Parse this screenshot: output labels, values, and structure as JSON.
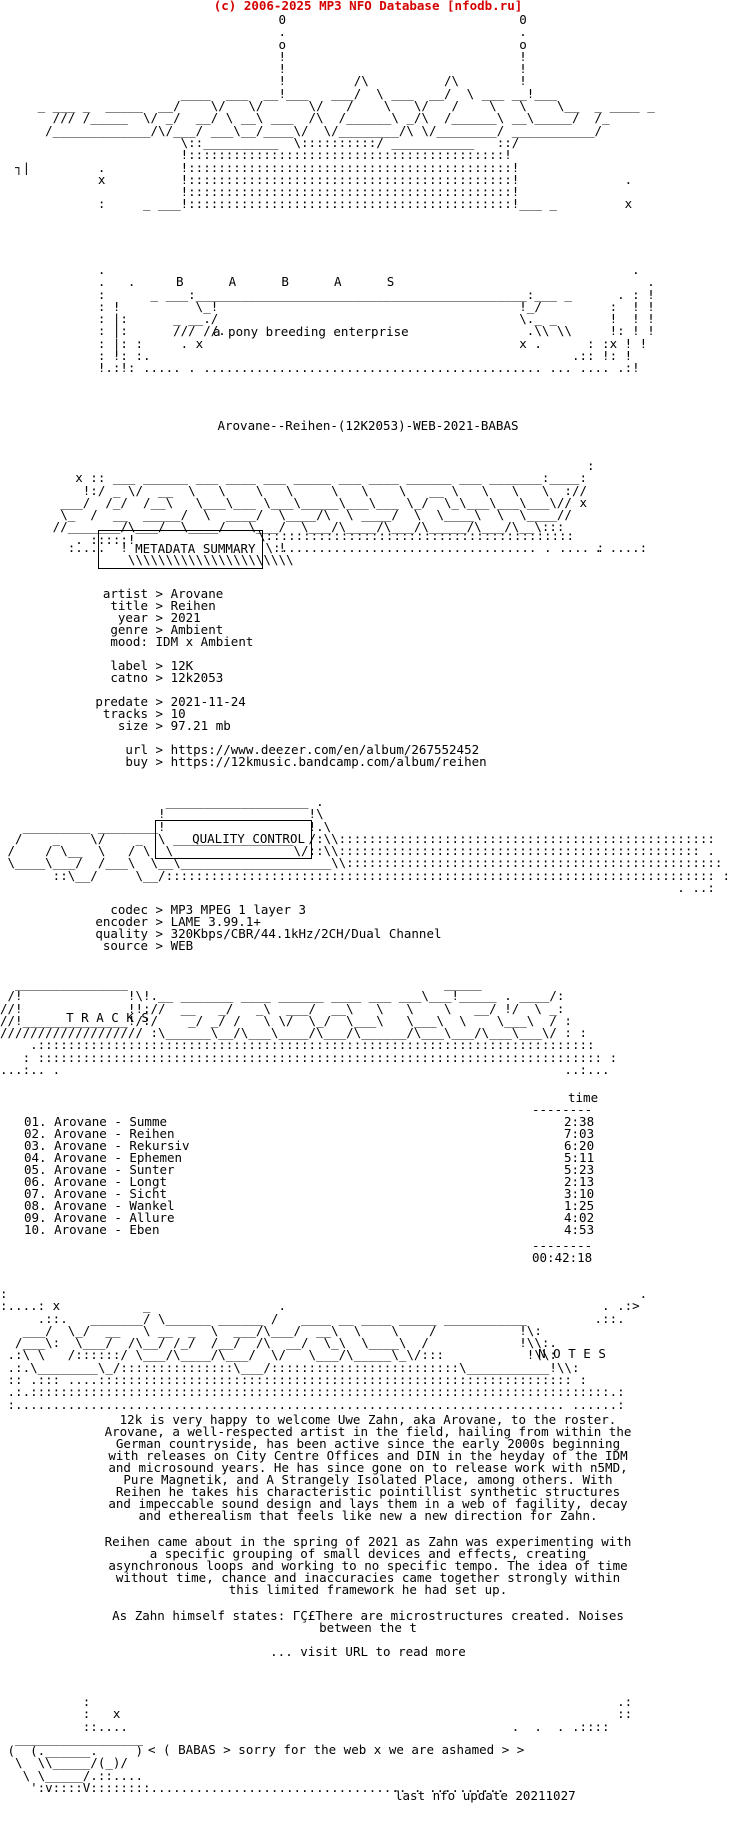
{
  "banner": "(c) 2006-2025 MP3 NFO Database [nfodb.ru]",
  "group_letters": "B      A      B      A      S",
  "tagline": "a pony breeding enterprise",
  "release_name": "Arovane--Reihen-(12K2053)-WEB-2021-BABAS",
  "sections": {
    "metadata": "METADATA SUMMARY",
    "quality": "QUALITY CONTROL",
    "tracks": "T R A C K S",
    "notes": "N O T E S"
  },
  "metadata": [
    {
      "key": "artist",
      "value": "Arovane"
    },
    {
      "key": "title",
      "value": "Reihen"
    },
    {
      "key": "year",
      "value": "2021"
    },
    {
      "key": "genre",
      "value": "Ambient"
    },
    {
      "key": "mood:",
      "value": "IDM x Ambient"
    },
    {
      "key": "label",
      "value": "12K"
    },
    {
      "key": "catno",
      "value": "12k2053"
    },
    {
      "key": "predate",
      "value": "2021-11-24"
    },
    {
      "key": "tracks",
      "value": "10"
    },
    {
      "key": "size",
      "value": "97.21 mb"
    },
    {
      "key": "url",
      "value": "https://www.deezer.com/en/album/267552452"
    },
    {
      "key": "buy",
      "value": "https://12kmusic.bandcamp.com/album/reihen"
    }
  ],
  "quality": [
    {
      "key": "codec",
      "value": "MP3 MPEG 1 layer 3"
    },
    {
      "key": "encoder",
      "value": "LAME 3.99.1+"
    },
    {
      "key": "quality",
      "value": "320Kbps/CBR/44.1kHz/2CH/Dual Channel"
    },
    {
      "key": "source",
      "value": "WEB"
    }
  ],
  "tracklist": {
    "time_header": "time",
    "total": "00:42:18",
    "items": [
      {
        "num": "01.",
        "name": "Arovane - Summe",
        "time": "2:38"
      },
      {
        "num": "02.",
        "name": "Arovane - Reihen",
        "time": "7:03"
      },
      {
        "num": "03.",
        "name": "Arovane - Rekursiv",
        "time": "6:20"
      },
      {
        "num": "04.",
        "name": "Arovane - Ephemen",
        "time": "5:11"
      },
      {
        "num": "05.",
        "name": "Arovane - Sunter",
        "time": "5:23"
      },
      {
        "num": "06.",
        "name": "Arovane - Longt",
        "time": "2:13"
      },
      {
        "num": "07.",
        "name": "Arovane - Sicht",
        "time": "3:10"
      },
      {
        "num": "08.",
        "name": "Arovane - Wankel",
        "time": "1:25"
      },
      {
        "num": "09.",
        "name": "Arovane - Allure",
        "time": "4:02"
      },
      {
        "num": "10.",
        "name": "Arovane - Eben",
        "time": "4:53"
      }
    ]
  },
  "notes": {
    "para1": [
      "12k is very happy to welcome Uwe Zahn, aka Arovane, to the roster.",
      "Arovane, a well-respected artist in the field, hailing from within the",
      "German countryside, has been active since the early 2000s beginning",
      "with releases on City Centre Offices and DIN in the heyday of the IDM",
      "and microsound years. He has since gone on to release work with n5MD,",
      "Pure Magnetik, and A Strangely Isolated Place, among others. With",
      "Reihen he takes his characteristic pointillist synthetic structures",
      "and impeccable sound design and lays them in a web of fagility, decay",
      "and etherealism that feels like new a new direction for Zahn."
    ],
    "para2": [
      "Reihen came about in the spring of 2021 as Zahn was experimenting with",
      "a specific grouping of small devices and effects, creating",
      "asynchronous loops and working to no specific tempo. The idea of time",
      "without time, chance and inaccuracies came together strongly within",
      "this limited framework he had set up."
    ],
    "para3": [
      "As Zahn himself states: ΓÇ£There are microstructures created. Noises",
      "between the t"
    ],
    "more": "... visit URL to read more"
  },
  "footer": {
    "message": "< ( BABAS > sorry for the web x we are ashamed > >",
    "update": "last nfo update 20211027"
  }
}
